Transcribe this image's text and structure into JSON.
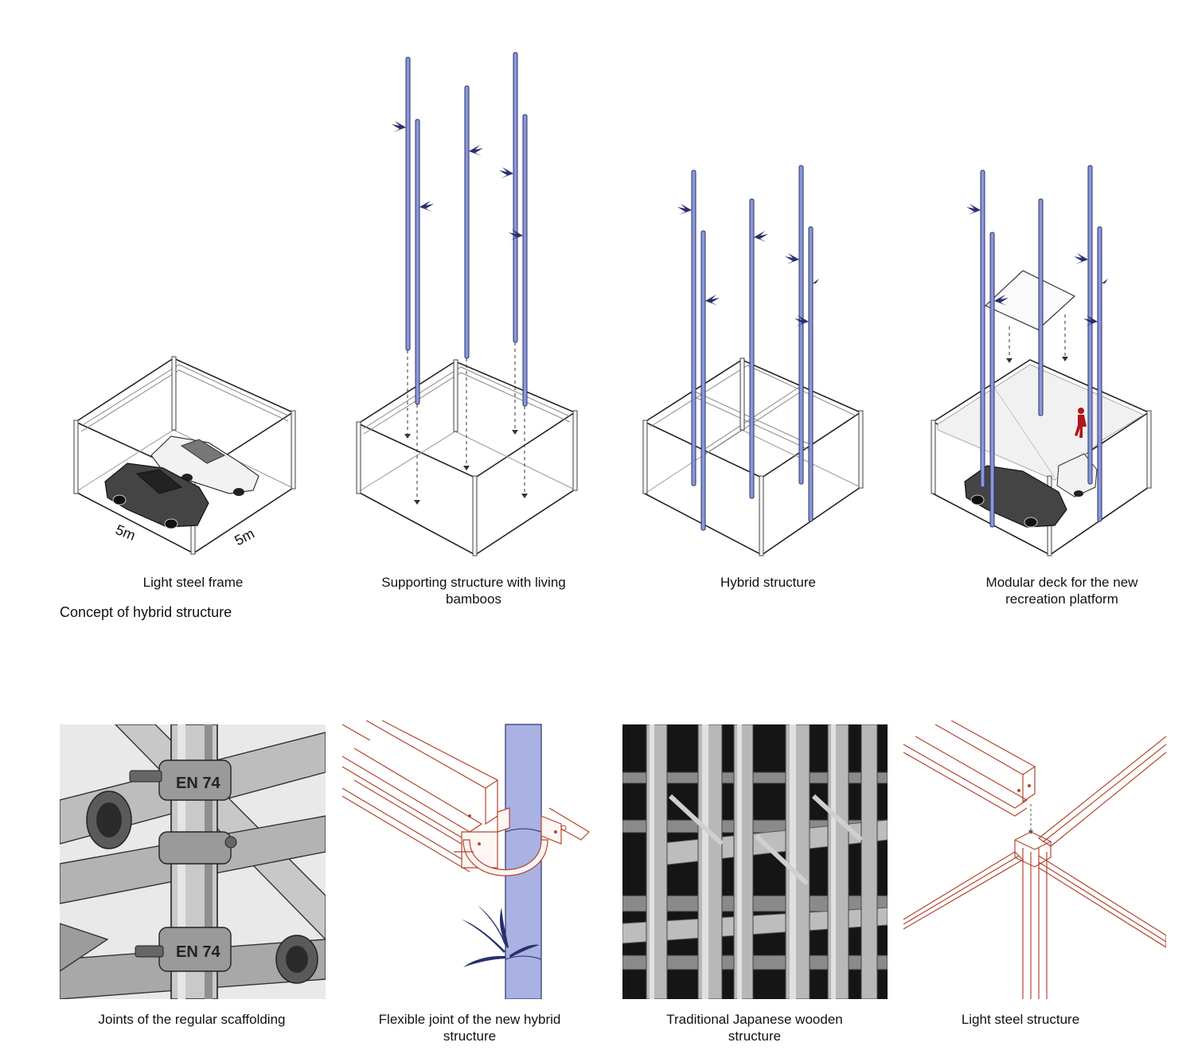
{
  "top_row": {
    "panels": [
      {
        "caption": "Light steel frame",
        "dim_left": "5m",
        "dim_right": "5m"
      },
      {
        "caption": "Supporting structure with living bamboos"
      },
      {
        "caption": "Hybrid structure"
      },
      {
        "caption": "Modular deck for the new recreation platform"
      }
    ],
    "concept_title": "Concept of hybrid structure"
  },
  "bottom_row": {
    "panels": [
      {
        "caption": "Joints of the regular scaffolding",
        "stamp_1": "EN 74",
        "stamp_2": "EN 74"
      },
      {
        "caption": "Flexible joint of the new hybrid structure"
      },
      {
        "caption": "Traditional Japanese wooden structure"
      },
      {
        "caption": "Light steel structure"
      }
    ]
  },
  "colors": {
    "bamboo": "#8b97d6",
    "bamboo_stroke": "#28306a",
    "leaf": "#2a2f6e",
    "steel_line": "#b5452e",
    "person": "#b0161c",
    "frame": "#222222"
  }
}
